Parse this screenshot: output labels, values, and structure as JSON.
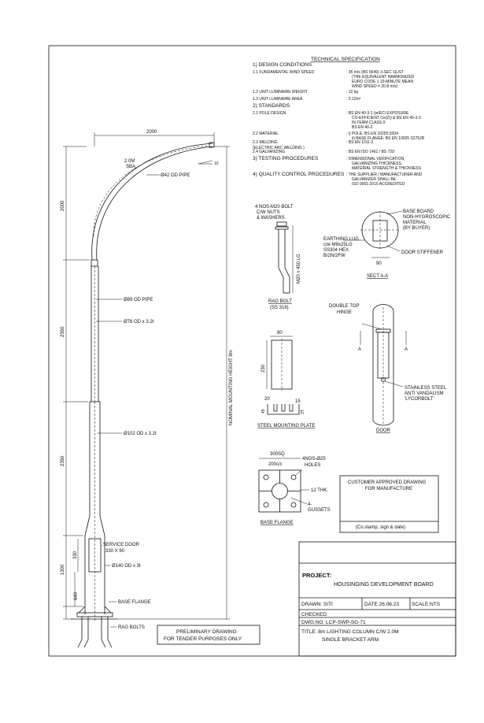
{
  "tech_spec": {
    "title": "TECHNICAL SPECIFICATION",
    "rows": [
      {
        "label": "1) DESIGN CONDITIONS",
        "value": []
      },
      {
        "label": "1.1 FUNDAMENTAL WIND SPEED",
        "value": [
          "35 m/s (BS 5649) 3-SEC GUST",
          "(THE EQUIVALENT HARMONIZED",
          "EURO CODE 1 10-MINUTE MEAN",
          "WIND SPEED = 20.8 m/s)"
        ]
      },
      {
        "label": "1.2 UNIT LUMINAIRE WEIGHT",
        "value": [
          "12 kg"
        ]
      },
      {
        "label": "1.3 UNIT LUMINAIRE AREA",
        "value": [
          "0.12m²"
        ]
      },
      {
        "label": "2) STANDARDS",
        "value": []
      },
      {
        "label": "2.1 POLE DESIGN",
        "value": [
          "BS EN 40-3-1 (w/ECI EXPOSURE",
          "CO-EFFICIENT Ce(Z)) & BS EN 40-3-3",
          "IN TERM CLASS 0",
          "BS EN 40-2"
        ]
      },
      {
        "label": "2.2 MATERIAL",
        "value": [
          "i) POLE: BS EN 10255:2004",
          "ii) BASE FLANGE: BS EN 10025 S275JR"
        ]
      },
      {
        "label": "2.3 WELDING",
        "value": [
          "BS EN 1011-2"
        ]
      },
      {
        "label": "(ELECTRIC ARC WELDING )",
        "value": []
      },
      {
        "label": "2.4 GALVANIZING",
        "value": [
          "BS EN ISO 1461 / BS 729"
        ]
      },
      {
        "label": "3) TESTING PROCEDURES",
        "value": [
          "DIMENSIONAL VERIFICATION,",
          "GALVANIZING THICKNESS,",
          "MATERIAL STRENGTH & THICKNESS"
        ]
      },
      {
        "label": "4) QUALITY CONTROL PROCEDURES",
        "value": [
          "THE SUPPLIER / MANUFACTURER AND",
          "GALVANIZER SHALL BE",
          "ISO 9001:2015 ACCREDITED"
        ]
      }
    ]
  },
  "pole": {
    "dim_top": "2000",
    "sba": [
      "2.0M",
      "SBA"
    ],
    "angle": "10",
    "pipe_42": "Ø42 OD PIPE",
    "pipe_89": "Ø89 OD PIPE",
    "pipe_76": "Ø76 OD x 3.2t",
    "pipe_102": "Ø102 OD x 3.2t",
    "pipe_140": "Ø140 OD x 3t",
    "service_door": [
      "SERVICE DOOR",
      "330 X 90"
    ],
    "base_flange": "BASE FLANGE",
    "rag_bolts": "RAG BOLTS",
    "dims": [
      "2000",
      "2350",
      "2350",
      "1300",
      "640",
      "330"
    ],
    "mounting_height": "NOMINAL MOUNTING HEIGHT 8m"
  },
  "rag_bolt": {
    "notes": [
      "4 NOS-M20 BOLT",
      "C/W NUTS",
      "& WASHERS"
    ],
    "size": "M20 x 450 LG",
    "title": [
      "RAG BOLT",
      "(SS 316)"
    ]
  },
  "section_aa": {
    "base_board": [
      "BASE BOARD",
      "NON-HYGROSCOPIC",
      "MATERIAL",
      "(BY BUYER)"
    ],
    "earthing": [
      "EARTHING LUG",
      "c/w M8x25LG",
      "SS304 HEX",
      "B/2N/2FW"
    ],
    "stiffener": "DOOR STIFFENER",
    "dim": "90",
    "title": "SECT A-A"
  },
  "plate": {
    "dim_w": "80",
    "dim_h": "230",
    "dim_20": "20",
    "dim_15": "15",
    "dim_45": "45",
    "dim_3t": "3T",
    "title": "STEEL MOUNTING PLATE"
  },
  "door": {
    "hinge": [
      "DOUBLE TOP",
      "HINGE"
    ],
    "sect": "A",
    "bolt": [
      "STAINLESS STEEL",
      "ANTI VANDALISM",
      "'LYCORBOLT'"
    ],
    "title": "DOOR"
  },
  "flange": {
    "dim": "300SQ",
    "spacing": "200c/c",
    "holes": [
      "4NOS-Ø25",
      "HOLES"
    ],
    "thk": "12 THK.",
    "gussets": [
      "4-",
      "GUSSETS"
    ],
    "title": "BASE FLANGE"
  },
  "approval": {
    "lines": [
      "CUSTOMER APPROVED DRAWING",
      "FOR MANUFACTURE"
    ],
    "stamp": "(Co.stamp, sign & date)"
  },
  "preliminary": [
    "PRELIMINARY DRAWING",
    "FOR TENDER PURPOSES ONLY"
  ],
  "title_block": {
    "project_label": "PROJECT:",
    "project": "HOUSINGING DEVELOPMENT BOARD",
    "drawn": "DRAWN: SITI",
    "date": "DATE:26.06.23",
    "scale": "SCALE:NTS",
    "checked": "CHECKED:",
    "dwg": "DWG.NO: LCP-SWP-SG-71",
    "title": [
      "TITLE: 8m LIGHTING COLUMN C/W 2.0M",
      "SINGLE BRACKET ARM"
    ]
  }
}
